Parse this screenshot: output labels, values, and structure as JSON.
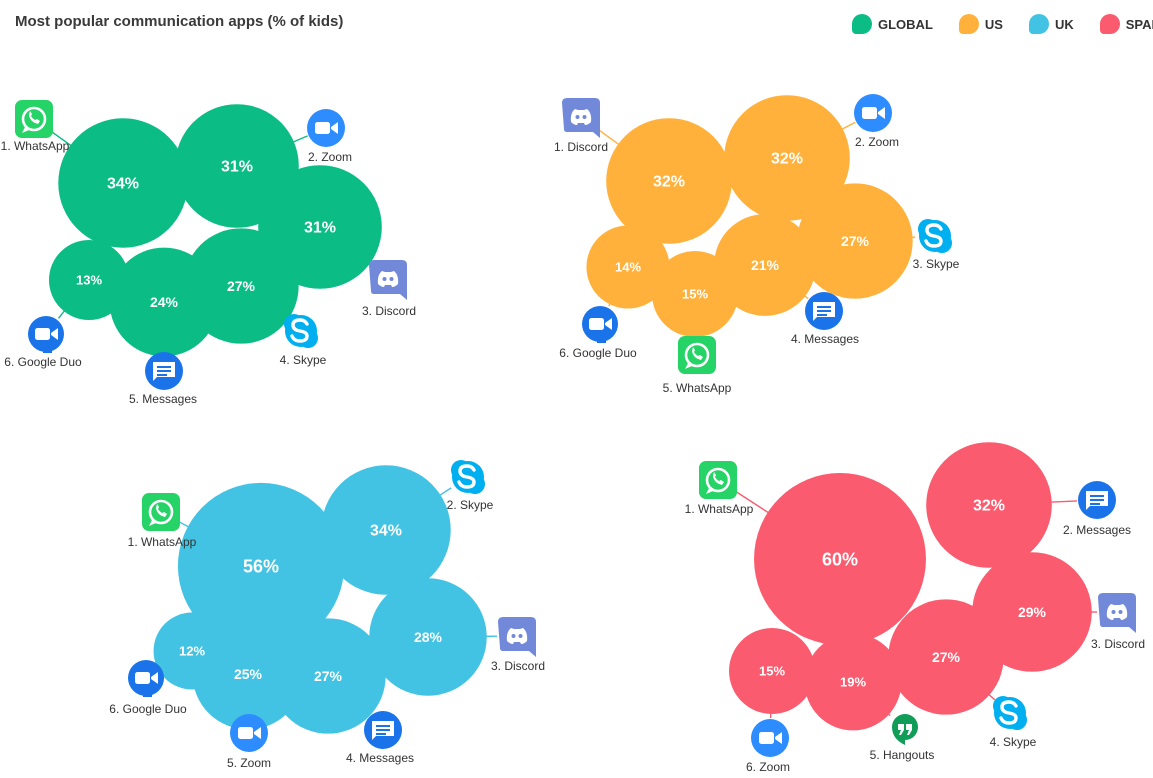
{
  "chart_data": {
    "type": "bubble",
    "title": "Most popular communication apps (% of kids)",
    "unit": "%",
    "legend": [
      {
        "name": "GLOBAL",
        "color": "#0bbd85"
      },
      {
        "name": "US",
        "color": "#ffb13b"
      },
      {
        "name": "UK",
        "color": "#43c3e3"
      },
      {
        "name": "SPAIN",
        "color": "#fb5b6e"
      }
    ],
    "panels": [
      {
        "region": "GLOBAL",
        "color": "#0bbd85",
        "apps": [
          {
            "rank": 1,
            "app": "WhatsApp",
            "label": "1. WhatsApp",
            "value": 34,
            "display": "34%",
            "icon": "whatsapp-icon"
          },
          {
            "rank": 2,
            "app": "Zoom",
            "label": "2. Zoom",
            "value": 31,
            "display": "31%",
            "icon": "zoom-icon"
          },
          {
            "rank": 3,
            "app": "Discord",
            "label": "3. Discord",
            "value": 31,
            "display": "31%",
            "icon": "discord-icon"
          },
          {
            "rank": 4,
            "app": "Skype",
            "label": "4. Skype",
            "value": 27,
            "display": "27%",
            "icon": "skype-icon"
          },
          {
            "rank": 5,
            "app": "Messages",
            "label": "5. Messages",
            "value": 24,
            "display": "24%",
            "icon": "messages-icon"
          },
          {
            "rank": 6,
            "app": "Google Duo",
            "label": "6. Google Duo",
            "value": 13,
            "display": "13%",
            "icon": "google-duo-icon"
          }
        ]
      },
      {
        "region": "US",
        "color": "#ffb13b",
        "apps": [
          {
            "rank": 1,
            "app": "Discord",
            "label": "1. Discord",
            "value": 32,
            "display": "32%",
            "icon": "discord-icon"
          },
          {
            "rank": 2,
            "app": "Zoom",
            "label": "2. Zoom",
            "value": 32,
            "display": "32%",
            "icon": "zoom-icon"
          },
          {
            "rank": 3,
            "app": "Skype",
            "label": "3. Skype",
            "value": 27,
            "display": "27%",
            "icon": "skype-icon"
          },
          {
            "rank": 4,
            "app": "Messages",
            "label": "4. Messages",
            "value": 21,
            "display": "21%",
            "icon": "messages-icon"
          },
          {
            "rank": 5,
            "app": "WhatsApp",
            "label": "5. WhatsApp",
            "value": 15,
            "display": "15%",
            "icon": "whatsapp-icon"
          },
          {
            "rank": 6,
            "app": "Google Duo",
            "label": "6. Google Duo",
            "value": 14,
            "display": "14%",
            "icon": "google-duo-icon"
          }
        ]
      },
      {
        "region": "UK",
        "color": "#43c3e3",
        "apps": [
          {
            "rank": 1,
            "app": "WhatsApp",
            "label": "1. WhatsApp",
            "value": 56,
            "display": "56%",
            "icon": "whatsapp-icon"
          },
          {
            "rank": 2,
            "app": "Skype",
            "label": "2. Skype",
            "value": 34,
            "display": "34%",
            "icon": "skype-icon"
          },
          {
            "rank": 3,
            "app": "Discord",
            "label": "3. Discord",
            "value": 28,
            "display": "28%",
            "icon": "discord-icon"
          },
          {
            "rank": 4,
            "app": "Messages",
            "label": "4. Messages",
            "value": 27,
            "display": "27%",
            "icon": "messages-icon"
          },
          {
            "rank": 5,
            "app": "Zoom",
            "label": "5. Zoom",
            "value": 25,
            "display": "25%",
            "icon": "zoom-icon"
          },
          {
            "rank": 6,
            "app": "Google Duo",
            "label": "6. Google Duo",
            "value": 12,
            "display": "12%",
            "icon": "google-duo-icon"
          }
        ]
      },
      {
        "region": "SPAIN",
        "color": "#fb5b6e",
        "apps": [
          {
            "rank": 1,
            "app": "WhatsApp",
            "label": "1. WhatsApp",
            "value": 60,
            "display": "60%",
            "icon": "whatsapp-icon"
          },
          {
            "rank": 2,
            "app": "Messages",
            "label": "2. Messages",
            "value": 32,
            "display": "32%",
            "icon": "messages-icon"
          },
          {
            "rank": 3,
            "app": "Discord",
            "label": "3. Discord",
            "value": 29,
            "display": "29%",
            "icon": "discord-icon"
          },
          {
            "rank": 4,
            "app": "Skype",
            "label": "4. Skype",
            "value": 27,
            "display": "27%",
            "icon": "skype-icon"
          },
          {
            "rank": 5,
            "app": "Hangouts",
            "label": "5. Hangouts",
            "value": 19,
            "display": "19%",
            "icon": "hangouts-icon"
          },
          {
            "rank": 6,
            "app": "Zoom",
            "label": "6. Zoom",
            "value": 15,
            "display": "15%",
            "icon": "zoom-icon"
          }
        ]
      }
    ]
  },
  "icon_colors": {
    "whatsapp": "#25d366",
    "zoom": "#2d8cff",
    "discord": "#7289da",
    "skype": "#00aff0",
    "messages": "#1a73e8",
    "google_duo": "#1a73e8",
    "hangouts": "#0f9d58"
  }
}
